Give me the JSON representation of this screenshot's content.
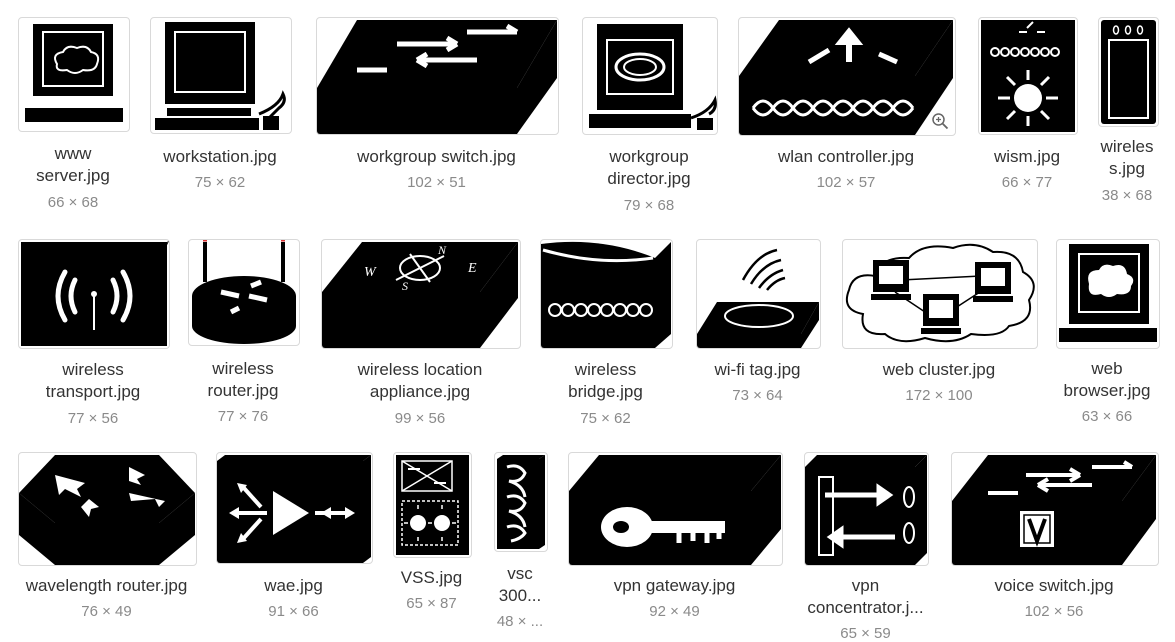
{
  "gallery": {
    "row1": [
      {
        "name_lines": [
          "www",
          "server.jpg"
        ],
        "dims": "66 × 68",
        "icon": "www-server-icon"
      },
      {
        "name_lines": [
          "workstation.jpg"
        ],
        "dims": "75 × 62",
        "icon": "workstation-icon"
      },
      {
        "name_lines": [
          "workgroup switch.jpg"
        ],
        "dims": "102 × 51",
        "icon": "workgroup-switch-icon"
      },
      {
        "name_lines": [
          "workgroup",
          "director.jpg"
        ],
        "dims": "79 × 68",
        "icon": "workgroup-director-icon"
      },
      {
        "name_lines": [
          "wlan controller.jpg"
        ],
        "dims": "102 × 57",
        "icon": "wlan-controller-icon"
      },
      {
        "name_lines": [
          "wism.jpg"
        ],
        "dims": "66 × 77",
        "icon": "wism-icon"
      },
      {
        "name_lines": [
          "wireles",
          "s.jpg"
        ],
        "dims": "38 × 68",
        "icon": "wireless-icon"
      }
    ],
    "row2": [
      {
        "name_lines": [
          "wireless",
          "transport.jpg"
        ],
        "dims": "77 × 56",
        "icon": "wireless-transport-icon"
      },
      {
        "name_lines": [
          "wireless",
          "router.jpg"
        ],
        "dims": "77 × 76",
        "icon": "wireless-router-icon"
      },
      {
        "name_lines": [
          "wireless location",
          "appliance.jpg"
        ],
        "dims": "99 × 56",
        "icon": "wireless-location-appliance-icon"
      },
      {
        "name_lines": [
          "wireless",
          "bridge.jpg"
        ],
        "dims": "75 × 62",
        "icon": "wireless-bridge-icon"
      },
      {
        "name_lines": [
          "wi-fi tag.jpg"
        ],
        "dims": "73 × 64",
        "icon": "wifi-tag-icon"
      },
      {
        "name_lines": [
          "web cluster.jpg"
        ],
        "dims": "172 × 100",
        "icon": "web-cluster-icon"
      },
      {
        "name_lines": [
          "web",
          "browser.jpg"
        ],
        "dims": "63 × 66",
        "icon": "web-browser-icon"
      }
    ],
    "row3": [
      {
        "name_lines": [
          "wavelength router.jpg"
        ],
        "dims": "76 × 49",
        "icon": "wavelength-router-icon"
      },
      {
        "name_lines": [
          "wae.jpg"
        ],
        "dims": "91 × 66",
        "icon": "wae-icon"
      },
      {
        "name_lines": [
          "VSS.jpg"
        ],
        "dims": "65 × 87",
        "icon": "vss-icon"
      },
      {
        "name_lines": [
          "vsc",
          "300..."
        ],
        "dims": "48 × ...",
        "icon": "vsc-3000-icon"
      },
      {
        "name_lines": [
          "vpn gateway.jpg"
        ],
        "dims": "92 × 49",
        "icon": "vpn-gateway-icon"
      },
      {
        "name_lines": [
          "vpn",
          "concentrator.j..."
        ],
        "dims": "65 × 59",
        "icon": "vpn-concentrator-icon"
      },
      {
        "name_lines": [
          "voice switch.jpg"
        ],
        "dims": "102 × 56",
        "icon": "voice-switch-icon"
      }
    ],
    "zoom_icon": "zoom-in-icon"
  }
}
